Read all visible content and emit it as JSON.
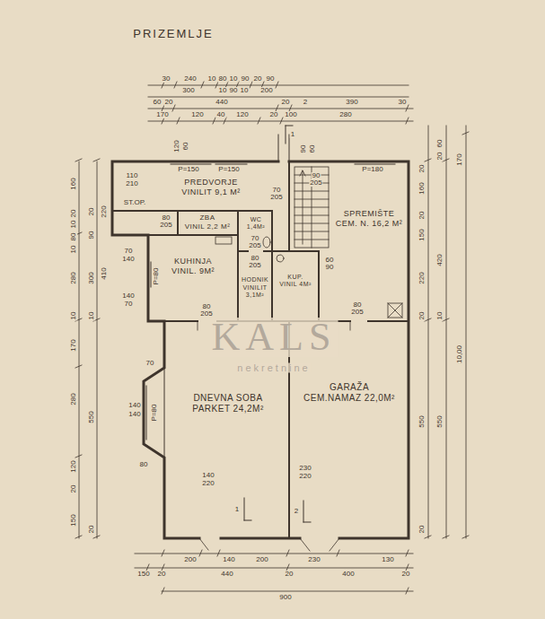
{
  "diagram": {
    "title": "PRIZEMLJE",
    "nodes": [
      {
        "text": [
          "PREDVORJE",
          "VINILIT 9,1 M²"
        ]
      },
      {
        "text": [
          "ZBA",
          "VINIL 2,2 M²"
        ]
      },
      {
        "text": [
          "WC",
          "1,4M²"
        ]
      },
      {
        "text": [
          "SPREMIŠTE",
          "CEM. N. 16,2 M²"
        ]
      },
      {
        "text": [
          "KUHINJA",
          "VINIL. 9M²"
        ]
      },
      {
        "text": [
          "KUP.",
          "VINIL 4M²"
        ]
      },
      {
        "text": [
          "HODNIK",
          "VINILIT 3,1M²"
        ]
      },
      {
        "text": [
          "DNEVNA SOBA",
          "PARKET 24,2M²"
        ]
      },
      {
        "text": [
          "GARAŽA",
          "CEM.NAMAZ 22,0M²"
        ]
      }
    ],
    "labels": [
      "30",
      "240",
      "10",
      "80",
      "10",
      "90",
      "20",
      "90",
      "300",
      "10",
      "90",
      "10",
      "200",
      "60",
      "20",
      "440",
      "20",
      "2",
      "390",
      "30",
      "170",
      "120",
      "40",
      "120",
      "20",
      "100",
      "280",
      "1",
      "120",
      "60",
      "90",
      "60",
      "P=150",
      "P=150",
      "P=180",
      "110",
      "210",
      "ST.OP.",
      "80",
      "205",
      "70",
      "205",
      "90",
      "205",
      "70",
      "205",
      "60",
      "90",
      "80",
      "205",
      "80",
      "205",
      "80",
      "205",
      "70",
      "140",
      "P=80",
      "140",
      "70",
      "70",
      "140",
      "140",
      "P=80",
      "80",
      "140",
      "220",
      "230",
      "220",
      "1",
      "2",
      "200",
      "140",
      "200",
      "230",
      "130",
      "150",
      "20",
      "440",
      "20",
      "400",
      "20",
      "900",
      "160",
      "20",
      "10",
      "80",
      "10",
      "280",
      "10",
      "170",
      "280",
      "120",
      "20",
      "150",
      "20",
      "90",
      "300",
      "10",
      "550",
      "20",
      "220",
      "410",
      "20",
      "160",
      "20",
      "150",
      "220",
      "20",
      "550",
      "20",
      "60",
      "20",
      "420",
      "10",
      "550",
      "170",
      "10,00",
      "KALS",
      "nekretnine"
    ]
  }
}
